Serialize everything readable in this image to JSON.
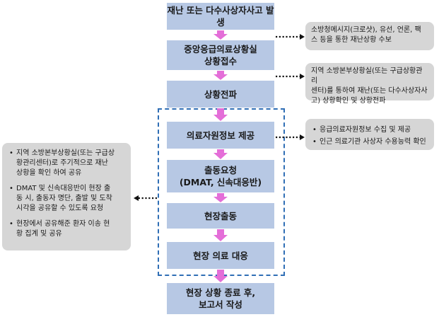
{
  "flow": {
    "step1": "재난 또는 다수사상자사고 발생",
    "step2": "중앙응급의료상황실\n상황접수",
    "step3": "상황전파",
    "step4": "의료자원정보 제공",
    "step5": "출동요청\n(DMAT, 신속대응반)",
    "step6": "현장출동",
    "step7": "현장 의료 대응",
    "step8": "현장 상황 종료 후,\n보고서 작성"
  },
  "notes": {
    "reception": "소방청메시지(크로샷), 유선, 언론, 팩\n스 등을 통한 재난상황 수보",
    "propagation": "지역 소방본부상황실(또는 구급상황관리\n센터)를 통하여 재난(또는 다수사상자사\n고) 상황확인 및 상황전파",
    "info_items": [
      "응급의료자원정보 수집 및 제공",
      "인근 의료기관 사상자 수용능력 확인"
    ],
    "left_items": [
      "지역 소방본부상황실(또는 구급상\n황관리센터)로 주기적으로 재난\n상황을 확인 하여 공유",
      "DMAT 및 신속대응반이 현장 출\n동 시, 출동자 명단, 출발 및 도착\n시각을 공유할 수 있도록 요청",
      "현장에서 공유해준 환자 이송 현\n황 집계 및 공유"
    ]
  },
  "colors": {
    "box_fill": "#b7c8e4",
    "arrow": "#e46ed8",
    "dashed_border": "#2f6eb5",
    "note_fill": "#d6d6d6"
  }
}
